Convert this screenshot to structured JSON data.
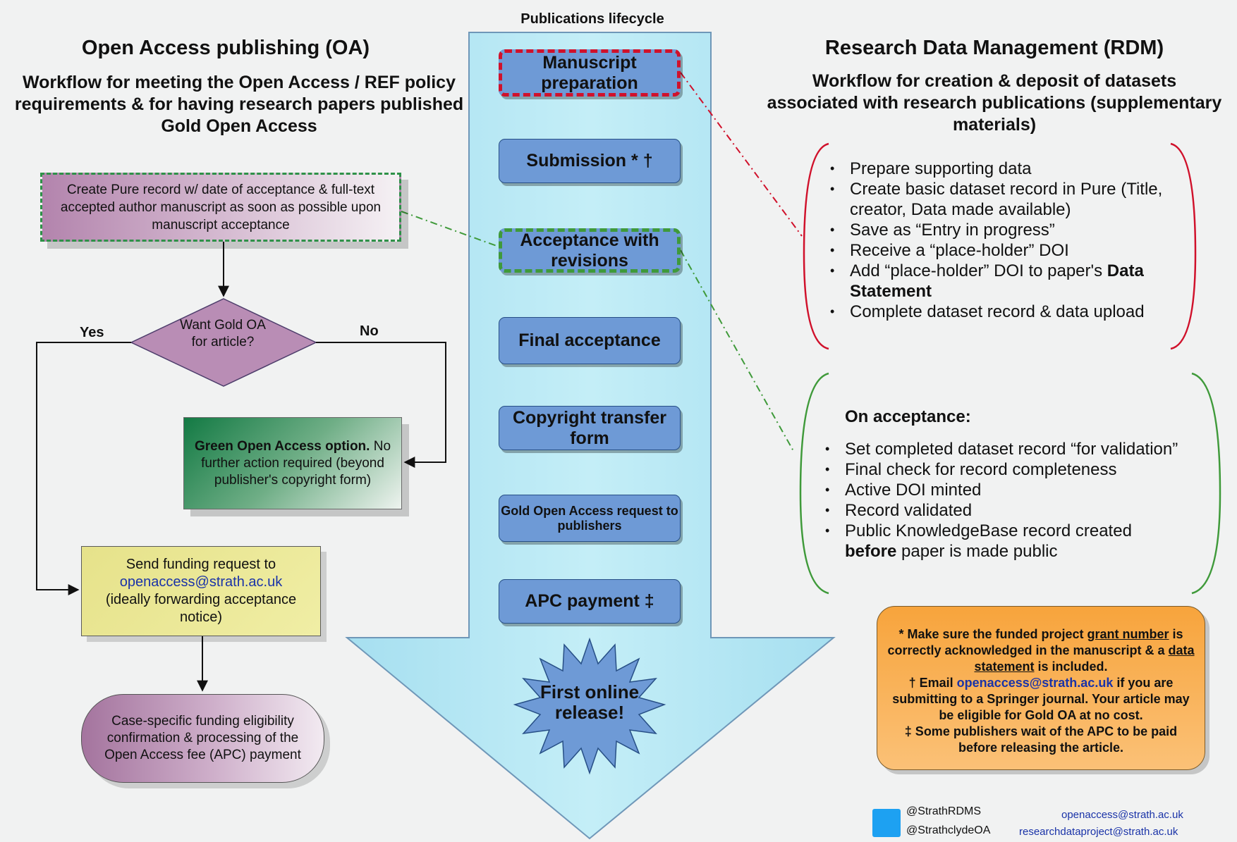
{
  "lifecycle": {
    "title": "Publications lifecycle",
    "stages": [
      "Manuscript preparation",
      "Submission * †",
      "Acceptance with revisions",
      "Final acceptance",
      "Copyright transfer form",
      "Gold Open Access request to publishers",
      "APC payment ‡"
    ],
    "release": "First online release!"
  },
  "oa": {
    "title": "Open Access publishing (OA)",
    "subtitle": "Workflow for meeting the Open Access / REF policy requirements & for having research papers published Gold Open Access",
    "create_record": "Create Pure record w/ date of acceptance & full-text accepted author manuscript as soon as possible upon manuscript acceptance",
    "decision": "Want Gold OA for article?",
    "yes": "Yes",
    "no": "No",
    "green_bold": "Green Open Access option.",
    "green_rest": " No further action required (beyond publisher's copyright form)",
    "funding_request": "Send funding request to",
    "funding_email": "openaccess@strath.ac.uk",
    "funding_rest": "(ideally forwarding acceptance notice)",
    "case_specific": "Case-specific funding eligibility confirmation & processing of the Open Access fee (APC) payment"
  },
  "rdm": {
    "title": "Research Data Management (RDM)",
    "subtitle": "Workflow for creation & deposit of datasets associated with research publications (supplementary materials)",
    "steps": [
      "Prepare supporting data",
      "Create basic dataset record in Pure (Title, creator, Data made available)",
      "Save as “Entry in progress”",
      "Receive a “place-holder” DOI"
    ],
    "step5_prefix": "Add “place-holder” DOI to paper's ",
    "step5_bold": "Data Statement",
    "step6": "Complete dataset record & data upload",
    "acceptance_heading": "On acceptance:",
    "acceptance_steps": [
      "Set completed dataset record “for validation”",
      "Final check for record completeness",
      "Active DOI minted",
      "Record validated"
    ],
    "last_prefix": "Public KnowledgeBase record created ",
    "last_bold": "before",
    "last_suffix": " paper is made public"
  },
  "notes": {
    "n1_a": "* Make sure the funded project ",
    "n1_b": "grant number",
    "n1_c": " is correctly acknowledged in the manuscript & a ",
    "n1_d": "data statement",
    "n1_e": " is included.",
    "n2_a": "† Email ",
    "n2_email": "openaccess@strath.ac.uk",
    "n2_b": " if you are submitting to a Springer journal. Your article may be eligible for Gold OA at no cost.",
    "n3": "‡ Some publishers wait of the APC to be paid before releasing the article."
  },
  "footer": {
    "twitter_1": "@StrathRDMS",
    "twitter_2": "@StrathclydeOA",
    "email_1": "openaccess@strath.ac.uk",
    "email_2": "researchdataproject@strath.ac.uk"
  },
  "colors": {
    "arrow_fill": "#b6e7f2",
    "stage_fill": "#6e9ad6",
    "red_dash": "#d0112b",
    "green_dash": "#3f9a3a",
    "note_fill": "#f7a43c"
  }
}
